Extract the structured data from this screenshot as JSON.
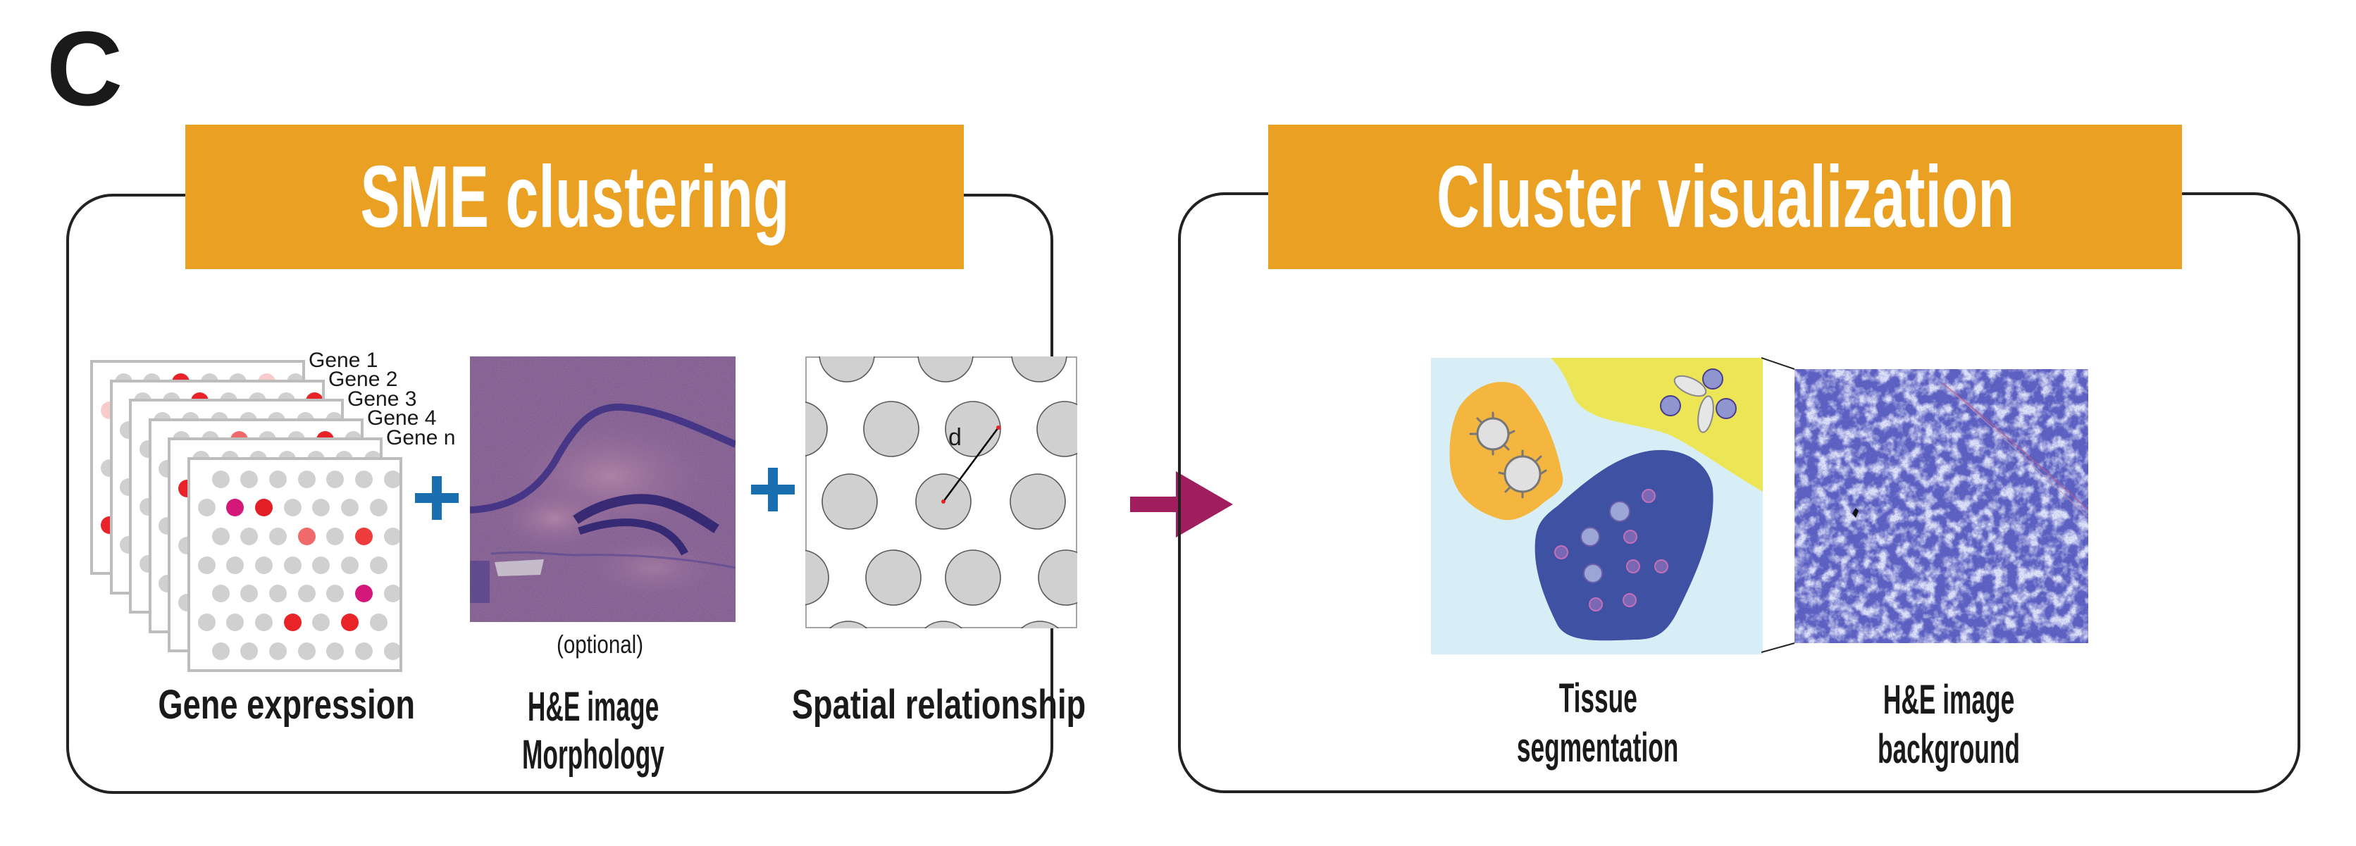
{
  "panel_letter": "C",
  "left_section": {
    "title": "SME clustering",
    "gene_labels": [
      "Gene 1",
      "Gene 2",
      "Gene 3",
      "Gene 4",
      "Gene n"
    ],
    "gene_expression_label": "Gene expression",
    "he_label_line1": "H&E image",
    "he_label_line2": "Morphology",
    "he_optional_note": "(optional)",
    "spatial_label": "Spatial relationship",
    "distance_symbol": "d",
    "front_grid_highlights": [
      {
        "row": 1,
        "col": 1,
        "color": "#D4187A"
      },
      {
        "row": 1,
        "col": 2,
        "color": "#E31E24"
      },
      {
        "row": 2,
        "col": 3,
        "color": "#F06A6C"
      },
      {
        "row": 2,
        "col": 5,
        "color": "#EE3B3B"
      },
      {
        "row": 4,
        "col": 5,
        "color": "#D4187A"
      },
      {
        "row": 5,
        "col": 3,
        "color": "#E8232A"
      },
      {
        "row": 5,
        "col": 5,
        "color": "#E8232A"
      }
    ]
  },
  "right_section": {
    "title": "Cluster visualization",
    "segmentation_label_line1": "Tissue",
    "segmentation_label_line2": "segmentation",
    "he_bg_label_line1": "H&E image",
    "he_bg_label_line2": "background"
  },
  "colors": {
    "banner": "#E9A023",
    "plus": "#1A6FB0",
    "arrow": "#A01E5E",
    "segment_background": "#D8EEF7",
    "segment_orange": "#F4B63F",
    "segment_yellow": "#ECE656",
    "segment_blue": "#3E51A2"
  }
}
